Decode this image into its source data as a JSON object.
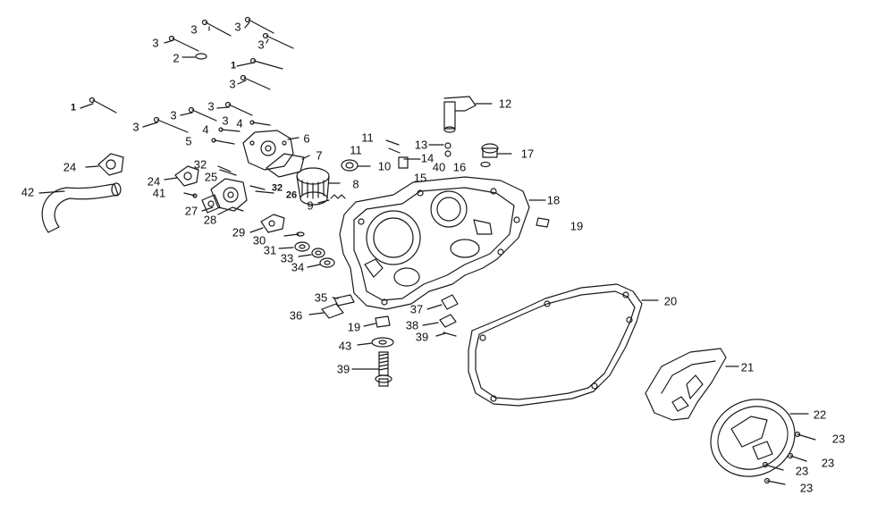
{
  "diagram": {
    "type": "exploded parts diagram",
    "stroke_color": "#1a1a1a",
    "background": "#ffffff",
    "callouts": [
      {
        "id": "c3a",
        "text": "3"
      },
      {
        "id": "c3b",
        "text": "3"
      },
      {
        "id": "c3c",
        "text": "3"
      },
      {
        "id": "c3d",
        "text": "3"
      },
      {
        "id": "c2",
        "text": "2"
      },
      {
        "id": "c1a",
        "text": "1"
      },
      {
        "id": "c3e",
        "text": "3"
      },
      {
        "id": "c1b",
        "text": "1"
      },
      {
        "id": "c3f",
        "text": "3"
      },
      {
        "id": "c3g",
        "text": "3"
      },
      {
        "id": "c3h",
        "text": "3"
      },
      {
        "id": "c3i",
        "text": "3"
      },
      {
        "id": "c4a",
        "text": "4"
      },
      {
        "id": "c4b",
        "text": "4"
      },
      {
        "id": "c5",
        "text": "5"
      },
      {
        "id": "c6",
        "text": "6"
      },
      {
        "id": "c7",
        "text": "7"
      },
      {
        "id": "c11a",
        "text": "11"
      },
      {
        "id": "c11b",
        "text": "11"
      },
      {
        "id": "c12",
        "text": "12"
      },
      {
        "id": "c13",
        "text": "13"
      },
      {
        "id": "c14",
        "text": "14"
      },
      {
        "id": "c40",
        "text": "40"
      },
      {
        "id": "c16",
        "text": "16"
      },
      {
        "id": "c17",
        "text": "17"
      },
      {
        "id": "c10",
        "text": "10"
      },
      {
        "id": "c15",
        "text": "15"
      },
      {
        "id": "c8",
        "text": "8"
      },
      {
        "id": "c9",
        "text": "9"
      },
      {
        "id": "c18",
        "text": "18"
      },
      {
        "id": "c19a",
        "text": "19"
      },
      {
        "id": "c24a",
        "text": "24"
      },
      {
        "id": "c42",
        "text": "42"
      },
      {
        "id": "c24b",
        "text": "24"
      },
      {
        "id": "c32a",
        "text": "32"
      },
      {
        "id": "c25",
        "text": "25"
      },
      {
        "id": "c41",
        "text": "41"
      },
      {
        "id": "c32b",
        "text": "32"
      },
      {
        "id": "c26",
        "text": "26"
      },
      {
        "id": "c27",
        "text": "27"
      },
      {
        "id": "c28",
        "text": "28"
      },
      {
        "id": "c29",
        "text": "29"
      },
      {
        "id": "c30",
        "text": "30"
      },
      {
        "id": "c31",
        "text": "31"
      },
      {
        "id": "c33",
        "text": "33"
      },
      {
        "id": "c34",
        "text": "34"
      },
      {
        "id": "c35",
        "text": "35"
      },
      {
        "id": "c36",
        "text": "36"
      },
      {
        "id": "c37",
        "text": "37"
      },
      {
        "id": "c19b",
        "text": "19"
      },
      {
        "id": "c38",
        "text": "38"
      },
      {
        "id": "c39a",
        "text": "39"
      },
      {
        "id": "c43",
        "text": "43"
      },
      {
        "id": "c39b",
        "text": "39"
      },
      {
        "id": "c20",
        "text": "20"
      },
      {
        "id": "c21",
        "text": "21"
      },
      {
        "id": "c22",
        "text": "22"
      },
      {
        "id": "c23a",
        "text": "23"
      },
      {
        "id": "c23b",
        "text": "23"
      },
      {
        "id": "c23c",
        "text": "23"
      },
      {
        "id": "c23d",
        "text": "23"
      }
    ]
  }
}
